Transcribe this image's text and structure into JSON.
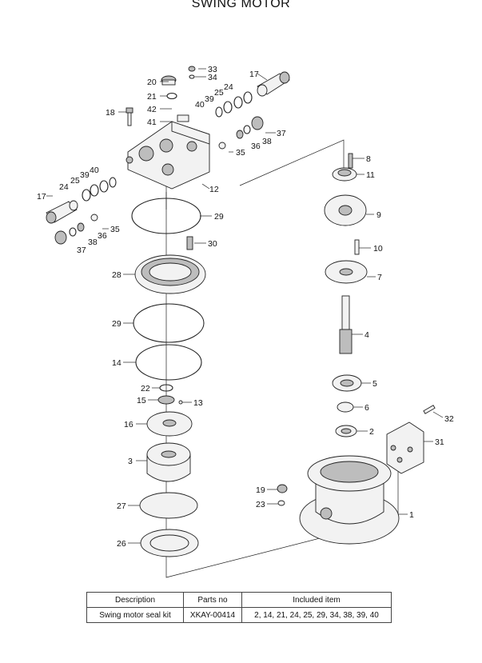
{
  "title": "SWING MOTOR",
  "part_labels": [
    "1",
    "2",
    "3",
    "4",
    "5",
    "6",
    "7",
    "8",
    "9",
    "10",
    "11",
    "12",
    "13",
    "14",
    "15",
    "16",
    "17",
    "17",
    "18",
    "19",
    "20",
    "21",
    "22",
    "23",
    "24",
    "24",
    "25",
    "25",
    "26",
    "27",
    "28",
    "29",
    "29",
    "30",
    "31",
    "32",
    "33",
    "34",
    "35",
    "35",
    "36",
    "36",
    "37",
    "37",
    "38",
    "38",
    "39",
    "39",
    "40",
    "40",
    "41",
    "42"
  ],
  "table": {
    "headers": [
      "Description",
      "Parts no",
      "Included item"
    ],
    "rows": [
      [
        "Swing motor seal kit",
        "XKAY-00414",
        "2, 14, 21, 24, 25, 29, 34, 38, 39, 40"
      ]
    ]
  }
}
